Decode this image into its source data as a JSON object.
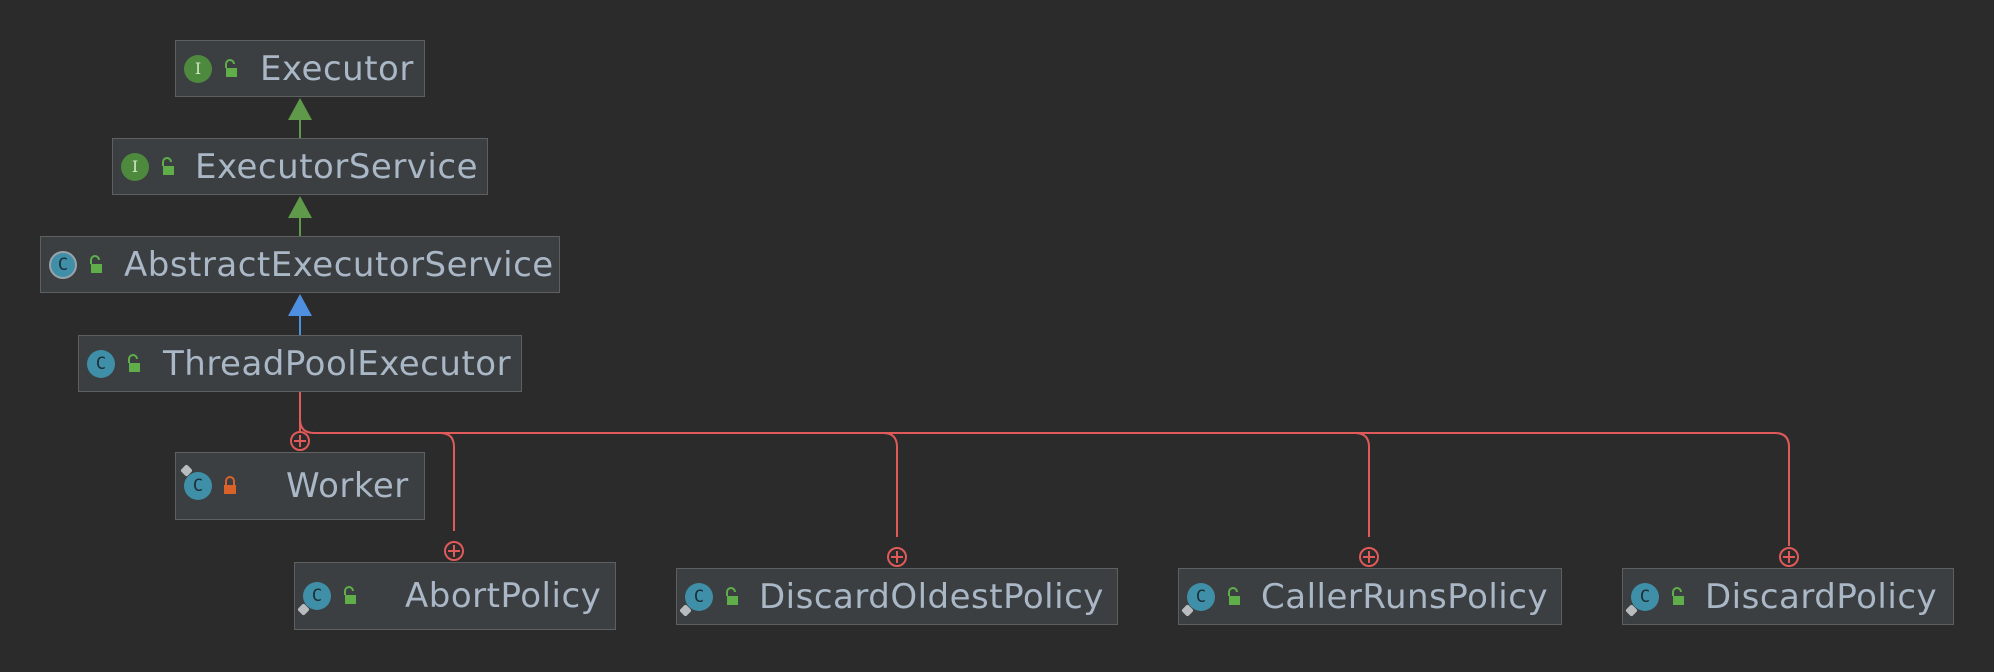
{
  "diagram": {
    "nodes": [
      {
        "id": "executor",
        "label": "Executor",
        "kind": "interface",
        "badge_letter": "I",
        "access": "public"
      },
      {
        "id": "executor_service",
        "label": "ExecutorService",
        "kind": "interface",
        "badge_letter": "I",
        "access": "public"
      },
      {
        "id": "abstract_executor_service",
        "label": "AbstractExecutorService",
        "kind": "abstract class",
        "badge_letter": "C",
        "access": "public"
      },
      {
        "id": "thread_pool_executor",
        "label": "ThreadPoolExecutor",
        "kind": "class",
        "badge_letter": "C",
        "access": "public"
      },
      {
        "id": "worker",
        "label": "Worker",
        "kind": "class",
        "badge_letter": "C",
        "access": "private"
      },
      {
        "id": "abort_policy",
        "label": "AbortPolicy",
        "kind": "static class",
        "badge_letter": "C",
        "access": "public"
      },
      {
        "id": "discard_oldest_policy",
        "label": "DiscardOldestPolicy",
        "kind": "static class",
        "badge_letter": "C",
        "access": "public"
      },
      {
        "id": "caller_runs_policy",
        "label": "CallerRunsPolicy",
        "kind": "static class",
        "badge_letter": "C",
        "access": "public"
      },
      {
        "id": "discard_policy",
        "label": "DiscardPolicy",
        "kind": "static class",
        "badge_letter": "C",
        "access": "public"
      }
    ],
    "edges": [
      {
        "from": "executor_service",
        "to": "executor",
        "type": "extends-interface"
      },
      {
        "from": "abstract_executor_service",
        "to": "executor_service",
        "type": "implements"
      },
      {
        "from": "thread_pool_executor",
        "to": "abstract_executor_service",
        "type": "extends"
      },
      {
        "from": "thread_pool_executor",
        "to": "worker",
        "type": "inner-class"
      },
      {
        "from": "thread_pool_executor",
        "to": "abort_policy",
        "type": "inner-class"
      },
      {
        "from": "thread_pool_executor",
        "to": "discard_oldest_policy",
        "type": "inner-class"
      },
      {
        "from": "thread_pool_executor",
        "to": "caller_runs_policy",
        "type": "inner-class"
      },
      {
        "from": "thread_pool_executor",
        "to": "discard_policy",
        "type": "inner-class"
      }
    ],
    "colors": {
      "background": "#2b2b2b",
      "interface_arrow": "#5f9a4a",
      "extends_arrow": "#4f8fe0",
      "inner_class_line": "#e05a5a",
      "public_lock": "#5fae4a",
      "private_lock": "#d9622b"
    }
  }
}
